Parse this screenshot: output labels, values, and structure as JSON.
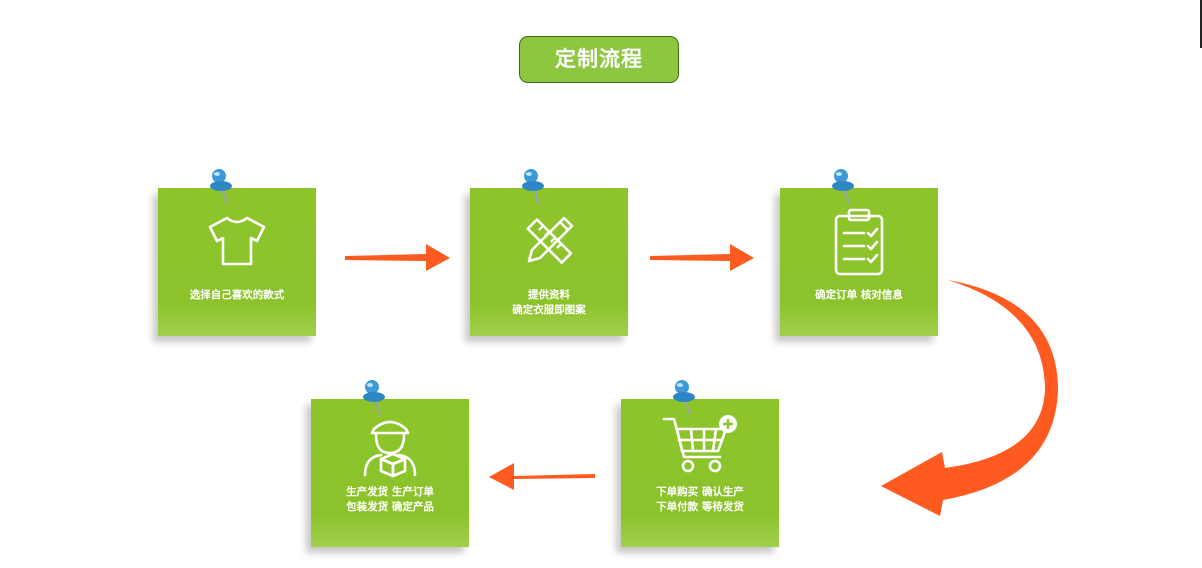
{
  "title": "定制流程",
  "colors": {
    "note": "#8cc42a",
    "arrow": "#ff5a1f",
    "pin": "#3d9ad6",
    "title_border": "#3f6b17"
  },
  "steps": [
    {
      "line1": "选择自己喜欢的款式",
      "line2": "",
      "icon": "tshirt-icon"
    },
    {
      "line1": "提供资料",
      "line2": "确定衣服即图案",
      "icon": "ruler-pencil-icon"
    },
    {
      "line1": "确定订单 核对信息",
      "line2": "",
      "icon": "clipboard-checklist-icon"
    },
    {
      "line1": "下单购买 确认生产",
      "line2": "下单付款 等待发货",
      "icon": "shopping-cart-add-icon"
    },
    {
      "line1": "生产发货 生产订单",
      "line2": "包装发货 确定产品",
      "icon": "delivery-man-icon"
    }
  ]
}
